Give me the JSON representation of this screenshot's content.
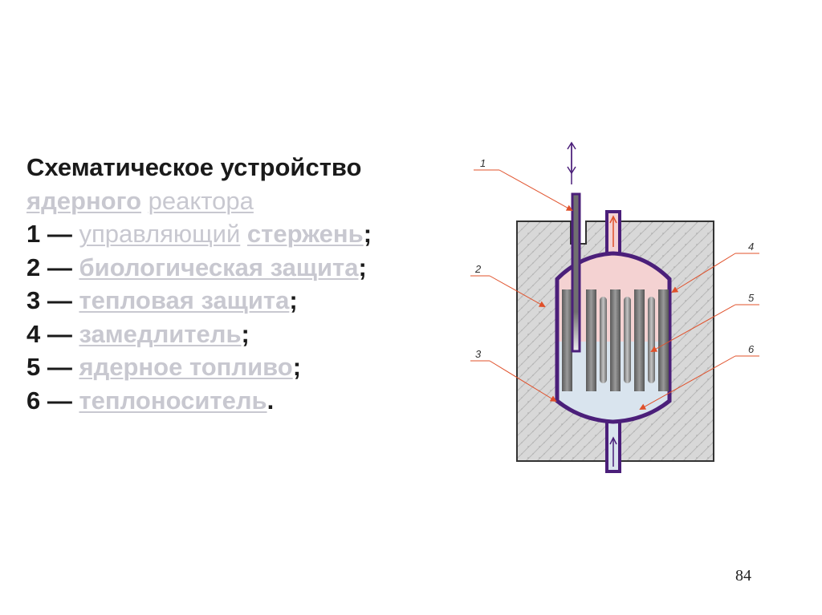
{
  "slide": {
    "page_number": "84"
  },
  "text": {
    "title_line1": "Схематическое устройство",
    "title_line2_link1": "ядерного",
    "title_line2_link2": "реактора",
    "items": [
      {
        "number": "1 —",
        "term_part1": "управляющий",
        "term_part2": "стержень",
        "punct": ";"
      },
      {
        "number": "2 —",
        "term": "биологическая защита",
        "punct": ";"
      },
      {
        "number": "3 —",
        "term": "тепловая защита",
        "punct": ";"
      },
      {
        "number": "4 —",
        "term": "замедлитель",
        "punct": ";"
      },
      {
        "number": "5 —",
        "term": "ядерное топливо",
        "punct": ";"
      },
      {
        "number": "6 —",
        "term": "теплоноситель",
        "punct": "."
      }
    ]
  },
  "diagram": {
    "callout_labels": [
      "1",
      "2",
      "4",
      "5",
      "3",
      "6"
    ],
    "colors": {
      "shield": "#d8d8d8",
      "vessel_outline": "#4b1f7a",
      "upper_coolant": "#f4d2d2",
      "lower_coolant": "#d9e4ee",
      "rods": "#707070",
      "arrows": "#e0502a"
    }
  }
}
